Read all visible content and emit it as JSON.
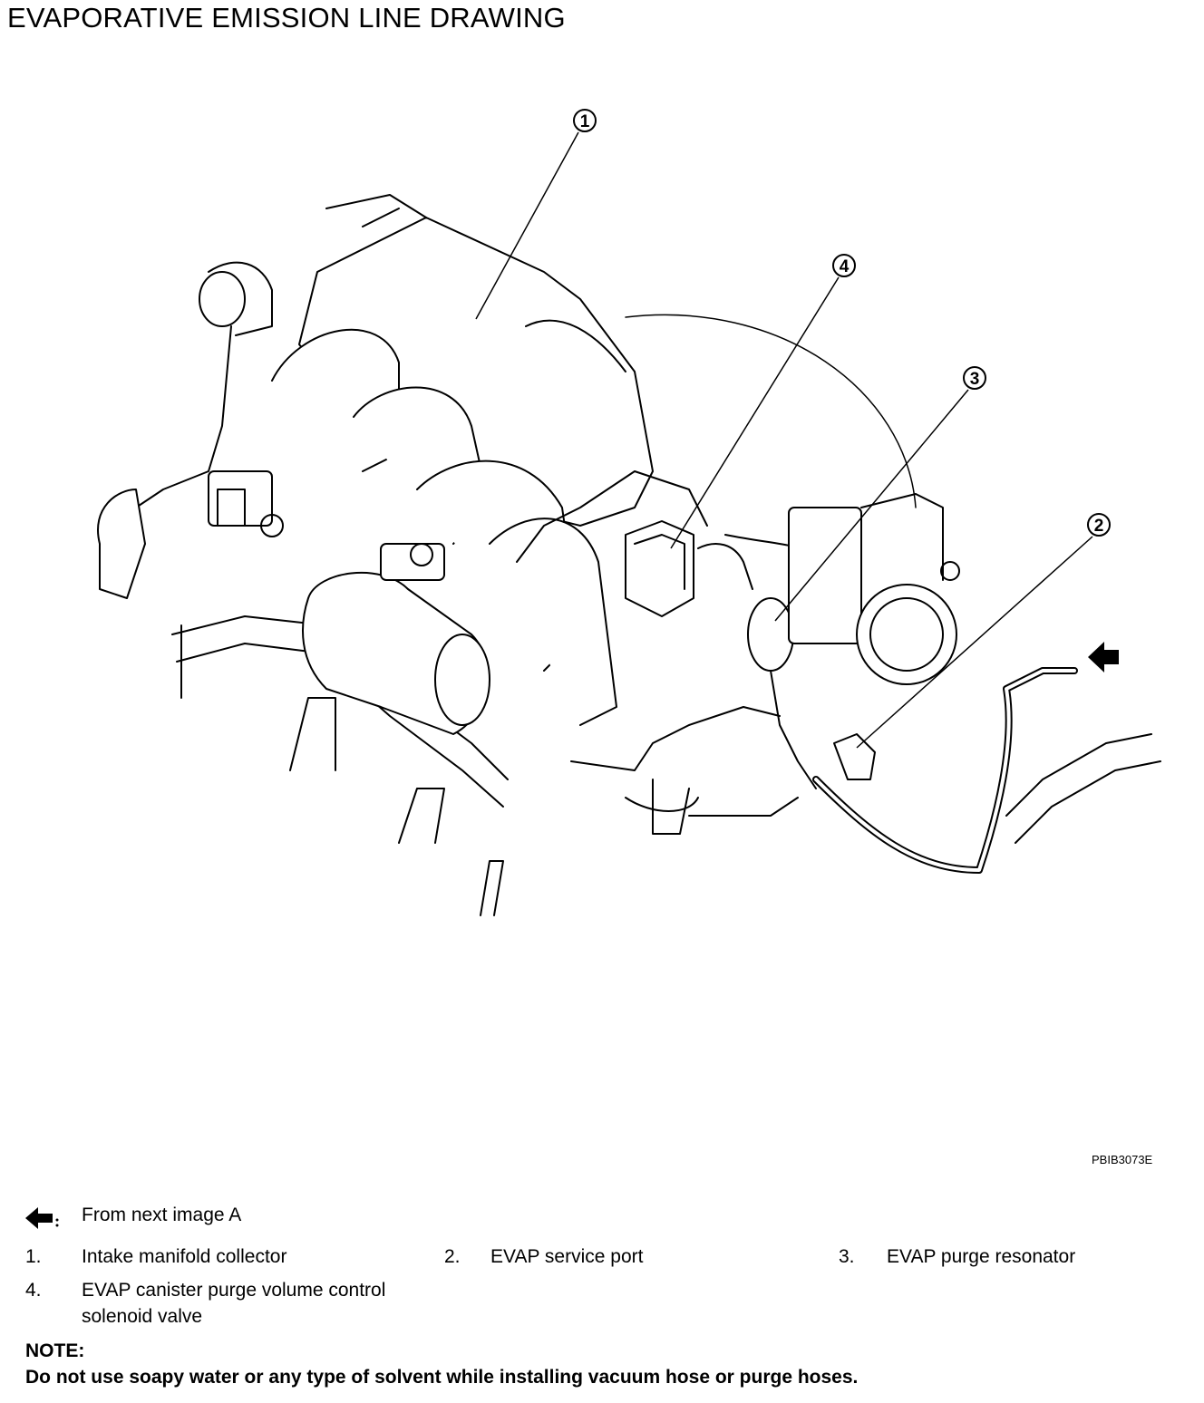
{
  "title": "EVAPORATIVE EMISSION LINE DRAWING",
  "figure_code": "PBIB3073E",
  "callouts": [
    {
      "number": "1"
    },
    {
      "number": "2"
    },
    {
      "number": "3"
    },
    {
      "number": "4"
    }
  ],
  "legend": {
    "arrow_text": "From next  image A",
    "items": [
      {
        "number": "1.",
        "label": "Intake manifold collector"
      },
      {
        "number": "2.",
        "label": "EVAP service port"
      },
      {
        "number": "3.",
        "label": "EVAP purge resonator"
      },
      {
        "number": "4.",
        "label_line1": "EVAP canister purge volume control",
        "label_line2": "solenoid valve"
      }
    ]
  },
  "note": {
    "title": "NOTE:",
    "text": "Do not use soapy water or any type of solvent while installing vacuum hose or purge hoses."
  }
}
